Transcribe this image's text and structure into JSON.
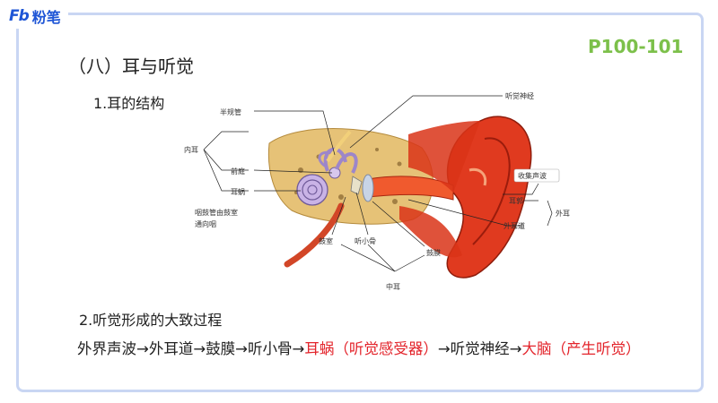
{
  "logo": {
    "mark": "Fb",
    "brand": "粉笔"
  },
  "page_ref": "P100-101",
  "section_title": "（八）耳与听觉",
  "subhead_structure": "1.耳的结构",
  "subhead_process": "2.听觉形成的大致过程",
  "diagram": {
    "labels": {
      "semicircular_canals": "半规管",
      "inner_ear": "内耳",
      "vestibule": "前庭",
      "cochlea": "耳蜗",
      "auditory_nerve": "听觉神经",
      "collect_sound": "收集声波",
      "auricle": "耳郭",
      "ear_canal": "外耳道",
      "outer_ear": "外耳",
      "eustachian_1": "咽鼓管由鼓室",
      "eustachian_2": "通向咽",
      "tympanic_cavity": "鼓室",
      "ossicles": "听小骨",
      "eardrum": "鼓膜",
      "middle_ear": "中耳"
    }
  },
  "process": {
    "p1": "外界声波→外耳道→鼓膜→听小骨→",
    "r1": "耳蜗（听觉感受器）",
    "p2": "→听觉神经→",
    "r2": "大脑（产生听觉）"
  },
  "colors": {
    "brand_blue": "#1f56d6",
    "page_ref_green": "#7cc04a",
    "highlight_red": "#e3242b",
    "frame": "#c9d6f3"
  }
}
